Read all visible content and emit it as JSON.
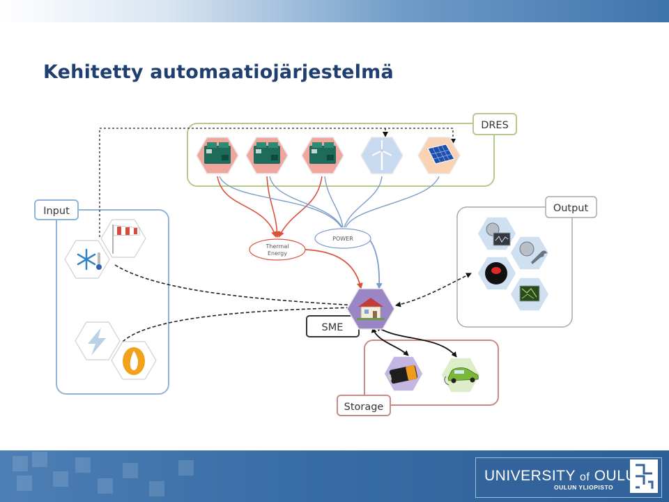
{
  "title": "Kehitetty automaatiojärjestelmä",
  "diagram": {
    "groups": {
      "dres": "DRES",
      "input": "Input",
      "output": "Output",
      "storage": "Storage",
      "sme": "SME"
    },
    "nodes": {
      "thermal_line1": "Thermal",
      "thermal_line2": "Energy",
      "power": "POWER"
    },
    "icons": {
      "dres": [
        "generator-icon",
        "generator-icon",
        "generator-icon",
        "wind-turbine-icon",
        "solar-panel-icon"
      ],
      "input": [
        "snowflake-thermometer-icon",
        "windsock-icon",
        "lightning-icon",
        "flame-icon"
      ],
      "output": [
        "monitor-icon",
        "settings-wrench-icon",
        "alarm-light-icon",
        "circuit-board-icon"
      ],
      "storage": [
        "battery-icon",
        "electric-car-icon"
      ],
      "center": "house-icon"
    },
    "colors": {
      "thermal_line": "#d9533c",
      "power_line": "#7a9cc8",
      "dres_border": "#b5c98e",
      "input_border": "#8fb3d9",
      "output_border": "#a0a0a0",
      "storage_border": "#c98a84"
    }
  },
  "logo": {
    "main_a": "UNIVERSITY",
    "main_of": "of",
    "main_b": "OULU",
    "sub": "OULUN YLIOPISTO"
  }
}
